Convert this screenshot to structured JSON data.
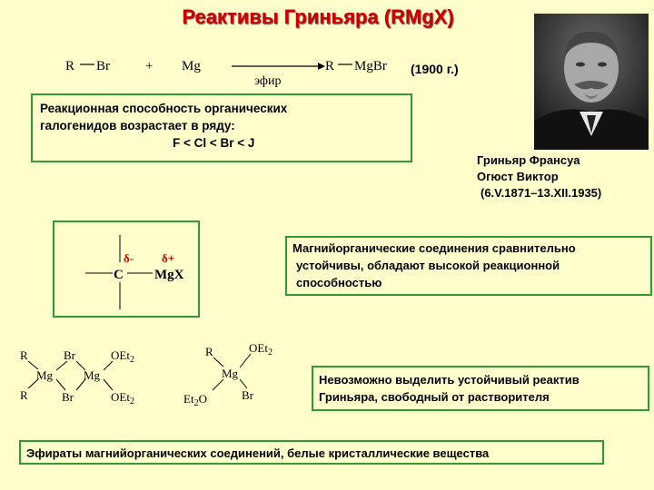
{
  "slide": {
    "title": "Реактивы Гриньяра (RMgX)",
    "reaction": {
      "reactant": "R",
      "halogen": "Br",
      "plus": "+",
      "metal": "Mg",
      "solvent": "эфир",
      "product_r": "R",
      "product_rest": "MgBr",
      "year": "(1900 г.)"
    },
    "reactivity_box": {
      "line1": "Реакционная способность органических",
      "line2": "галогенидов возрастает в ряду:",
      "series": "F < Cl < Br < J"
    },
    "portrait": {
      "name_line1": "Гриньяр Франсуа",
      "name_line2": "Огюст Виктор",
      "dates": "(6.V.1871–13.XII.1935)"
    },
    "polarity": {
      "carbon": "C",
      "group": "MgX",
      "delta_minus": "δ-",
      "delta_plus": "δ+"
    },
    "stability_box": {
      "line1": "Магнийорганические соединения сравнительно",
      "line2": "устойчивы, обладают высокой реакционной",
      "line3": "способностью"
    },
    "dimer": {
      "r1": "R",
      "r2": "R",
      "mg1": "Mg",
      "mg2": "Mg",
      "br1": "Br",
      "br2": "Br",
      "oet1": "OEt",
      "oet2": "OEt",
      "sub": "2"
    },
    "monomer": {
      "r": "R",
      "mg": "Mg",
      "oet": "OEt",
      "sub": "2",
      "eto": "Et",
      "eto_o": "O",
      "br": "Br"
    },
    "isolation_box": {
      "line1": "Невозможно выделить устойчивый реактив",
      "line2": "Гриньяра, свободный от растворителя"
    },
    "etherate_box": {
      "text": "Эфираты магнийорганических соединений, белые кристаллические вещества"
    },
    "colors": {
      "background": "#ffffcc",
      "title": "#cc0000",
      "box_border": "#339933",
      "delta": "#cc0000"
    }
  }
}
